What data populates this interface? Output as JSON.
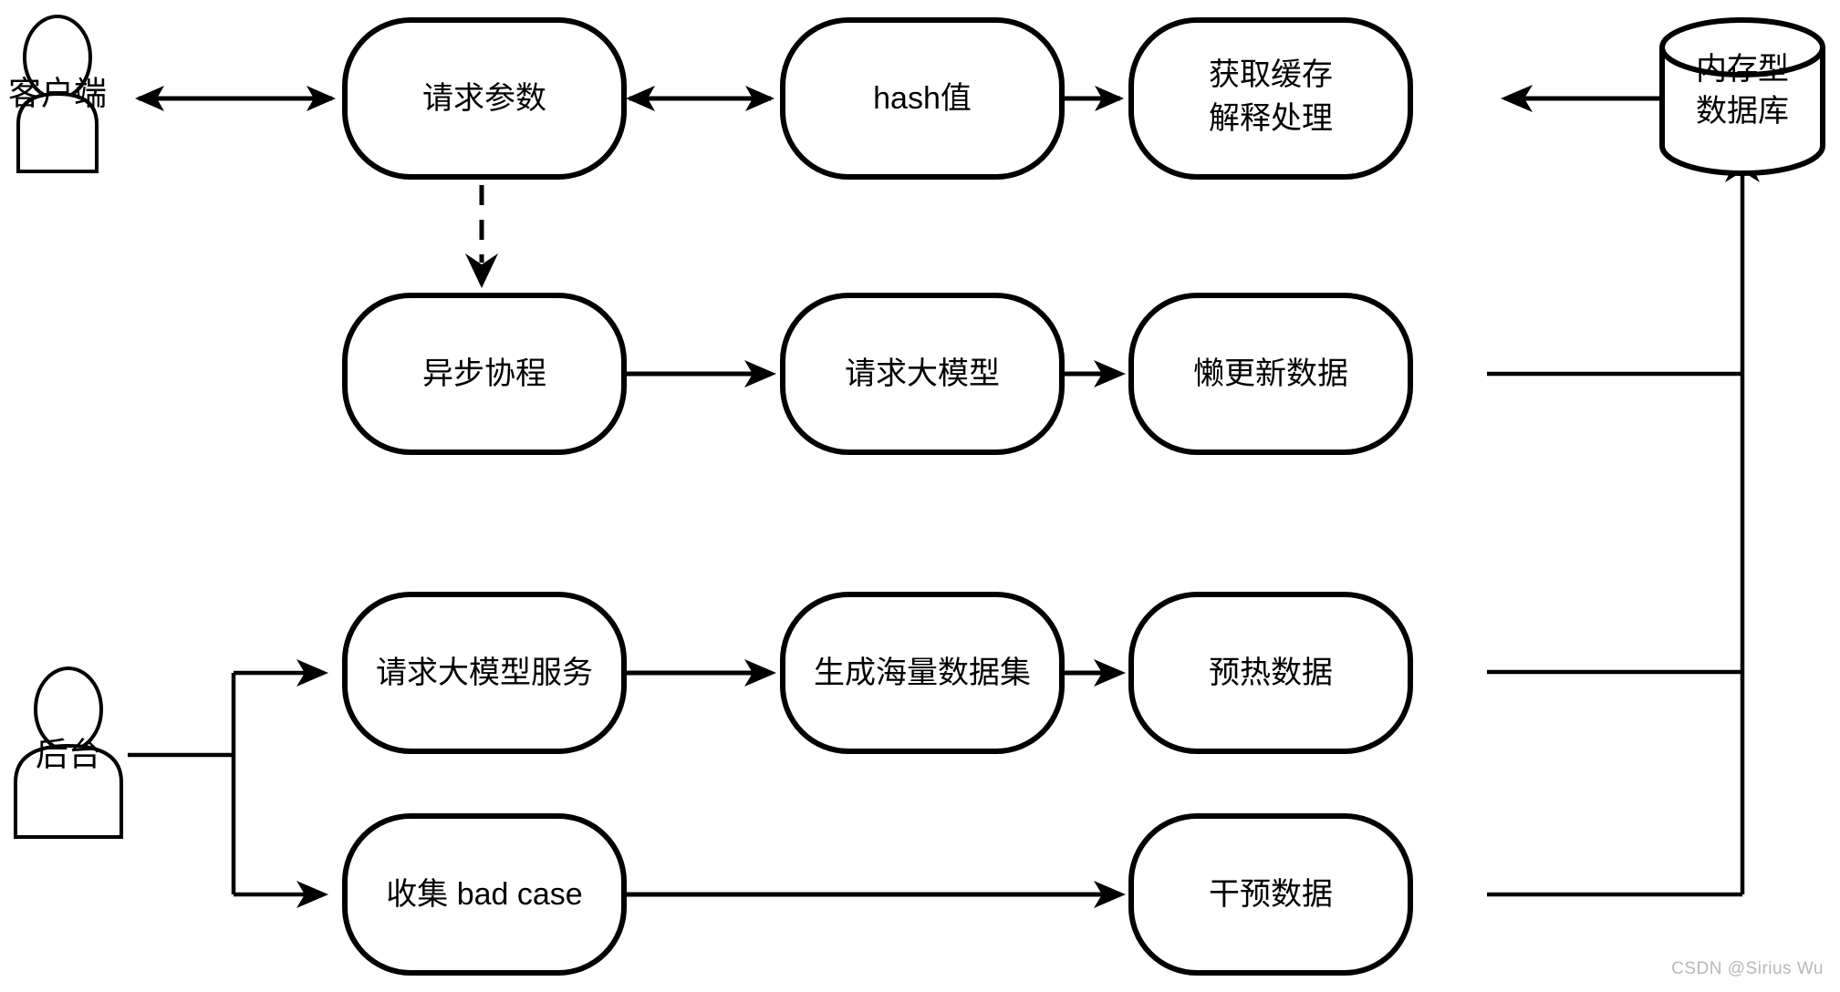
{
  "diagram": {
    "title": "缓存与大模型数据流程图",
    "background_color": "#ffffff",
    "stroke_color": "#000000",
    "watermark": "CSDN @Sirius Wu",
    "actors": [
      {
        "id": "client",
        "label": "客户端",
        "icon": "user-actor-icon"
      },
      {
        "id": "backend",
        "label": "后台",
        "icon": "user-actor-icon"
      }
    ],
    "nodes": [
      {
        "id": "req-params",
        "label": "请求参数",
        "shape": "rounded-rect"
      },
      {
        "id": "hash-value",
        "label": "hash值",
        "shape": "rounded-rect"
      },
      {
        "id": "get-cache",
        "label_line1": "获取缓存",
        "label_line2": "解释处理",
        "shape": "rounded-rect"
      },
      {
        "id": "async-coroutine",
        "label": "异步协程",
        "shape": "rounded-rect"
      },
      {
        "id": "req-llm",
        "label": "请求大模型",
        "shape": "rounded-rect"
      },
      {
        "id": "lazy-update",
        "label": "懒更新数据",
        "shape": "rounded-rect"
      },
      {
        "id": "req-llm-service",
        "label": "请求大模型服务",
        "shape": "rounded-rect"
      },
      {
        "id": "gen-dataset",
        "label": "生成海量数据集",
        "shape": "rounded-rect"
      },
      {
        "id": "preheat-data",
        "label": "预热数据",
        "shape": "rounded-rect"
      },
      {
        "id": "collect-bad-case",
        "label": "收集 bad case",
        "shape": "rounded-rect"
      },
      {
        "id": "intervene-data",
        "label": "干预数据",
        "shape": "rounded-rect"
      }
    ],
    "database": {
      "id": "memory-db",
      "label_line1": "内存型",
      "label_line2": "数据库",
      "shape": "cylinder"
    },
    "edges": [
      {
        "from": "client",
        "to": "req-params",
        "style": "solid",
        "direction": "both"
      },
      {
        "from": "req-params",
        "to": "hash-value",
        "style": "solid",
        "direction": "both"
      },
      {
        "from": "hash-value",
        "to": "get-cache",
        "style": "solid",
        "direction": "both"
      },
      {
        "from": "memory-db",
        "to": "get-cache",
        "style": "solid",
        "direction": "forward"
      },
      {
        "from": "req-params",
        "to": "async-coroutine",
        "style": "dashed",
        "direction": "forward"
      },
      {
        "from": "async-coroutine",
        "to": "req-llm",
        "style": "solid",
        "direction": "forward"
      },
      {
        "from": "req-llm",
        "to": "lazy-update",
        "style": "solid",
        "direction": "forward"
      },
      {
        "from": "lazy-update",
        "to": "memory-db",
        "style": "solid",
        "direction": "forward"
      },
      {
        "from": "backend",
        "to": "req-llm-service",
        "style": "solid",
        "direction": "forward"
      },
      {
        "from": "backend",
        "to": "collect-bad-case",
        "style": "solid",
        "direction": "forward"
      },
      {
        "from": "req-llm-service",
        "to": "gen-dataset",
        "style": "solid",
        "direction": "forward"
      },
      {
        "from": "gen-dataset",
        "to": "preheat-data",
        "style": "solid",
        "direction": "forward"
      },
      {
        "from": "preheat-data",
        "to": "memory-db",
        "style": "solid",
        "direction": "forward"
      },
      {
        "from": "collect-bad-case",
        "to": "intervene-data",
        "style": "solid",
        "direction": "forward"
      },
      {
        "from": "intervene-data",
        "to": "memory-db",
        "style": "solid",
        "direction": "forward"
      }
    ]
  }
}
